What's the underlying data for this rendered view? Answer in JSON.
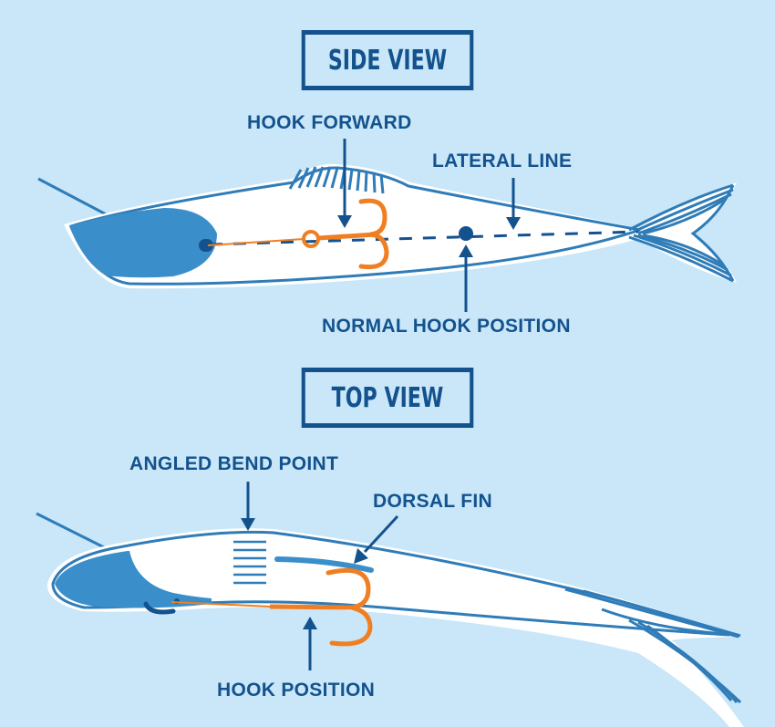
{
  "colors": {
    "background": "#c9e7f8",
    "navy": "#14528e",
    "fish_blue": "#3a8fcb",
    "hook_orange": "#ef7f22",
    "body_white": "#ffffff"
  },
  "side_view": {
    "title": "SIDE VIEW",
    "labels": {
      "hook_forward": "HOOK FORWARD",
      "lateral_line": "LATERAL LINE",
      "normal_hook_position": "NORMAL HOOK POSITION"
    }
  },
  "top_view": {
    "title": "TOP VIEW",
    "labels": {
      "angled_bend_point": "ANGLED BEND POINT",
      "dorsal_fin": "DORSAL FIN",
      "hook_position": "HOOK POSITION"
    }
  }
}
